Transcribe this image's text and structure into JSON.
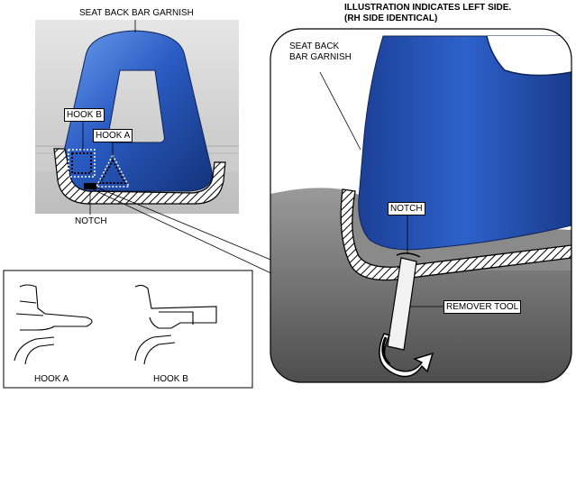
{
  "labels": {
    "seat_back_bar_garnish_main": "SEAT BACK BAR GARNISH",
    "hook_a": "HOOK A",
    "hook_b": "HOOK B",
    "notch_main": "NOTCH",
    "illustration_note_line1": "ILLUSTRATION INDICATES LEFT SIDE.",
    "illustration_note_line2": "(RH SIDE IDENTICAL)",
    "detail_garnish_line1": "SEAT BACK",
    "detail_garnish_line2": "BAR GARNISH",
    "detail_notch": "NOTCH",
    "remover_tool": "REMOVER TOOL",
    "inset_hook_a": "HOOK A",
    "inset_hook_b": "HOOK B"
  },
  "colors": {
    "garnish_blue": "#2a5cc4",
    "garnish_dark": "#14337a",
    "seat_gray": "#d8d8d8",
    "dark_gray": "#5a5a5a",
    "line": "#000000"
  }
}
